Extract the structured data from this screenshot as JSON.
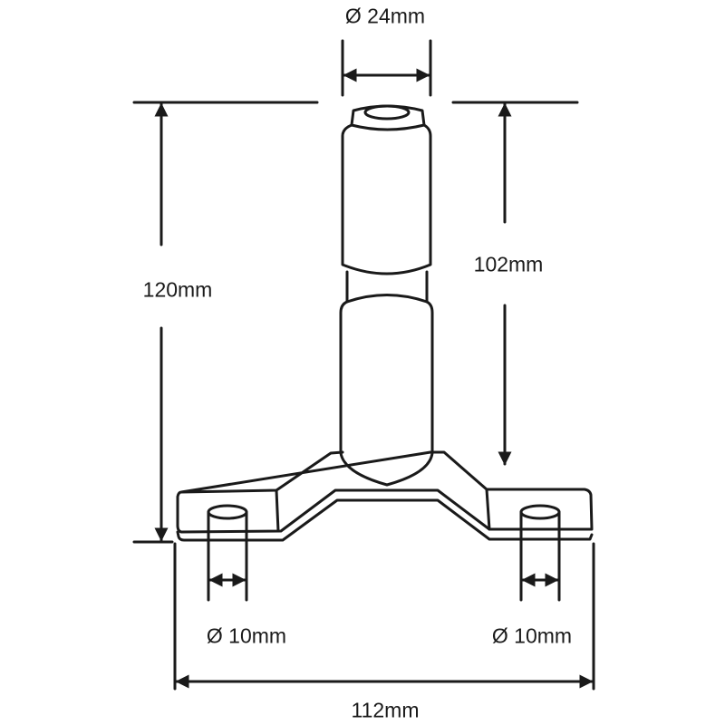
{
  "diagram": {
    "line_color": "#1a1a1a",
    "labels": {
      "top_diameter": "Ø 24mm",
      "overall_height": "120mm",
      "pin_height": "102mm",
      "left_hole_diameter": "Ø 10mm",
      "right_hole_diameter": "Ø 10mm",
      "overall_width": "112mm"
    }
  }
}
